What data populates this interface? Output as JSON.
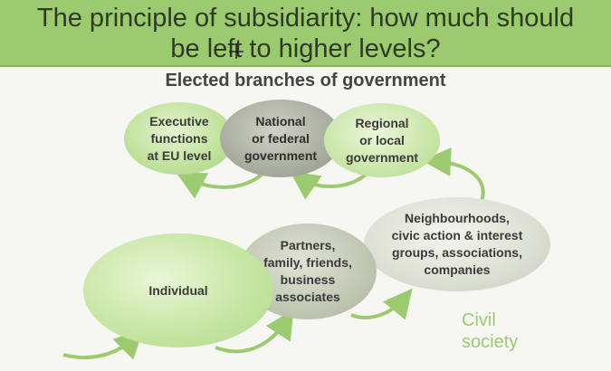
{
  "title": {
    "line1": "The principle of subsidiarity: how much should",
    "line2": "be left to higher levels?"
  },
  "subtitle": "Elected branches of government",
  "nodes": {
    "eu": {
      "line1": "Executive",
      "line2": "functions",
      "line3": "at EU level"
    },
    "national": {
      "line1": "National",
      "line2": "or federal",
      "line3": "government"
    },
    "regional": {
      "line1": "Regional",
      "line2": "or local",
      "line3": "government"
    },
    "neighbourhoods": {
      "line1": "Neighbourhoods,",
      "line2": "civic action & interest",
      "line3": "groups, associations,",
      "line4": "companies"
    },
    "partners": {
      "line1": "Partners,",
      "line2": "family, friends,",
      "line3": "business",
      "line4": "associates"
    },
    "individual": {
      "line1": "Individual"
    }
  },
  "civil_society": {
    "line1": "Civil",
    "line2": "society"
  },
  "colors": {
    "title_bar": "#9ccb6f",
    "arrow": "#9ccb6f",
    "civil_text": "#9ccb6f"
  }
}
